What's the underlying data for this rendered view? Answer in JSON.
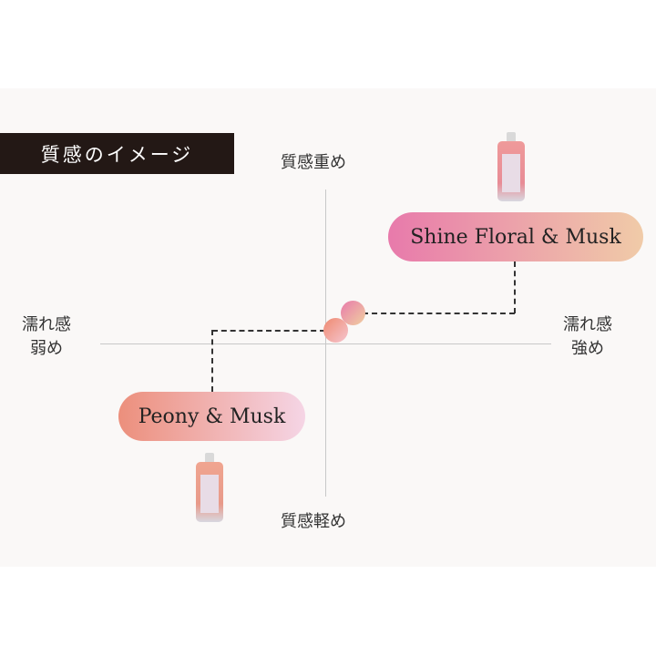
{
  "title": "質感のイメージ",
  "axes": {
    "top": "質感重め",
    "bottom": "質感軽め",
    "left_line1": "濡れ感",
    "left_line2": "弱め",
    "right_line1": "濡れ感",
    "right_line2": "強め"
  },
  "products": [
    {
      "name": "Shine Floral & Musk",
      "gradient": [
        "#e87aab",
        "#f0c9a8"
      ]
    },
    {
      "name": "Peony & Musk",
      "gradient": [
        "#ec8f7c",
        "#f5d3e3"
      ]
    }
  ]
}
